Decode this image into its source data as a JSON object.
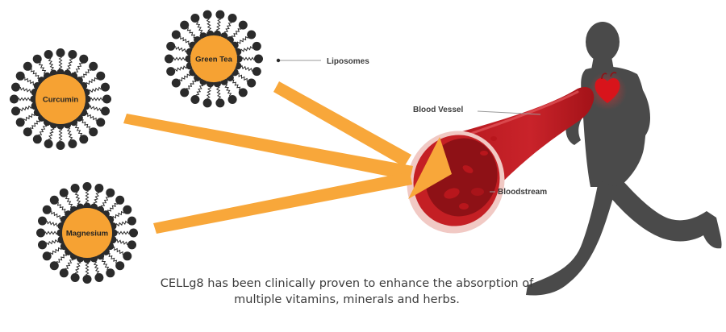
{
  "liposomes": [
    {
      "name": "Curcumin"
    },
    {
      "name": "Green Tea"
    },
    {
      "name": "Magnesium"
    }
  ],
  "labels": {
    "liposomes": "Liposomes",
    "blood_vessel": "Blood Vessel",
    "bloodstream": "Bloodstream"
  },
  "caption": {
    "line1": "CELLg8 has been clinically proven to enhance the absorption of",
    "line2": "multiple vitamins, minerals and herbs."
  },
  "colors": {
    "liposome_core": "#f6a233",
    "lipid_head": "#2b2b2b",
    "arrow": "#f8a73a",
    "vessel": "#c41f24",
    "vessel_dark": "#8e1116",
    "vessel_rim": "#f1c9c4",
    "runner": "#4a4a4a",
    "heart": "#d8141b",
    "text": "#3c3c3c"
  },
  "icons": {
    "runner": "running-person-icon",
    "heart": "heart-icon"
  }
}
